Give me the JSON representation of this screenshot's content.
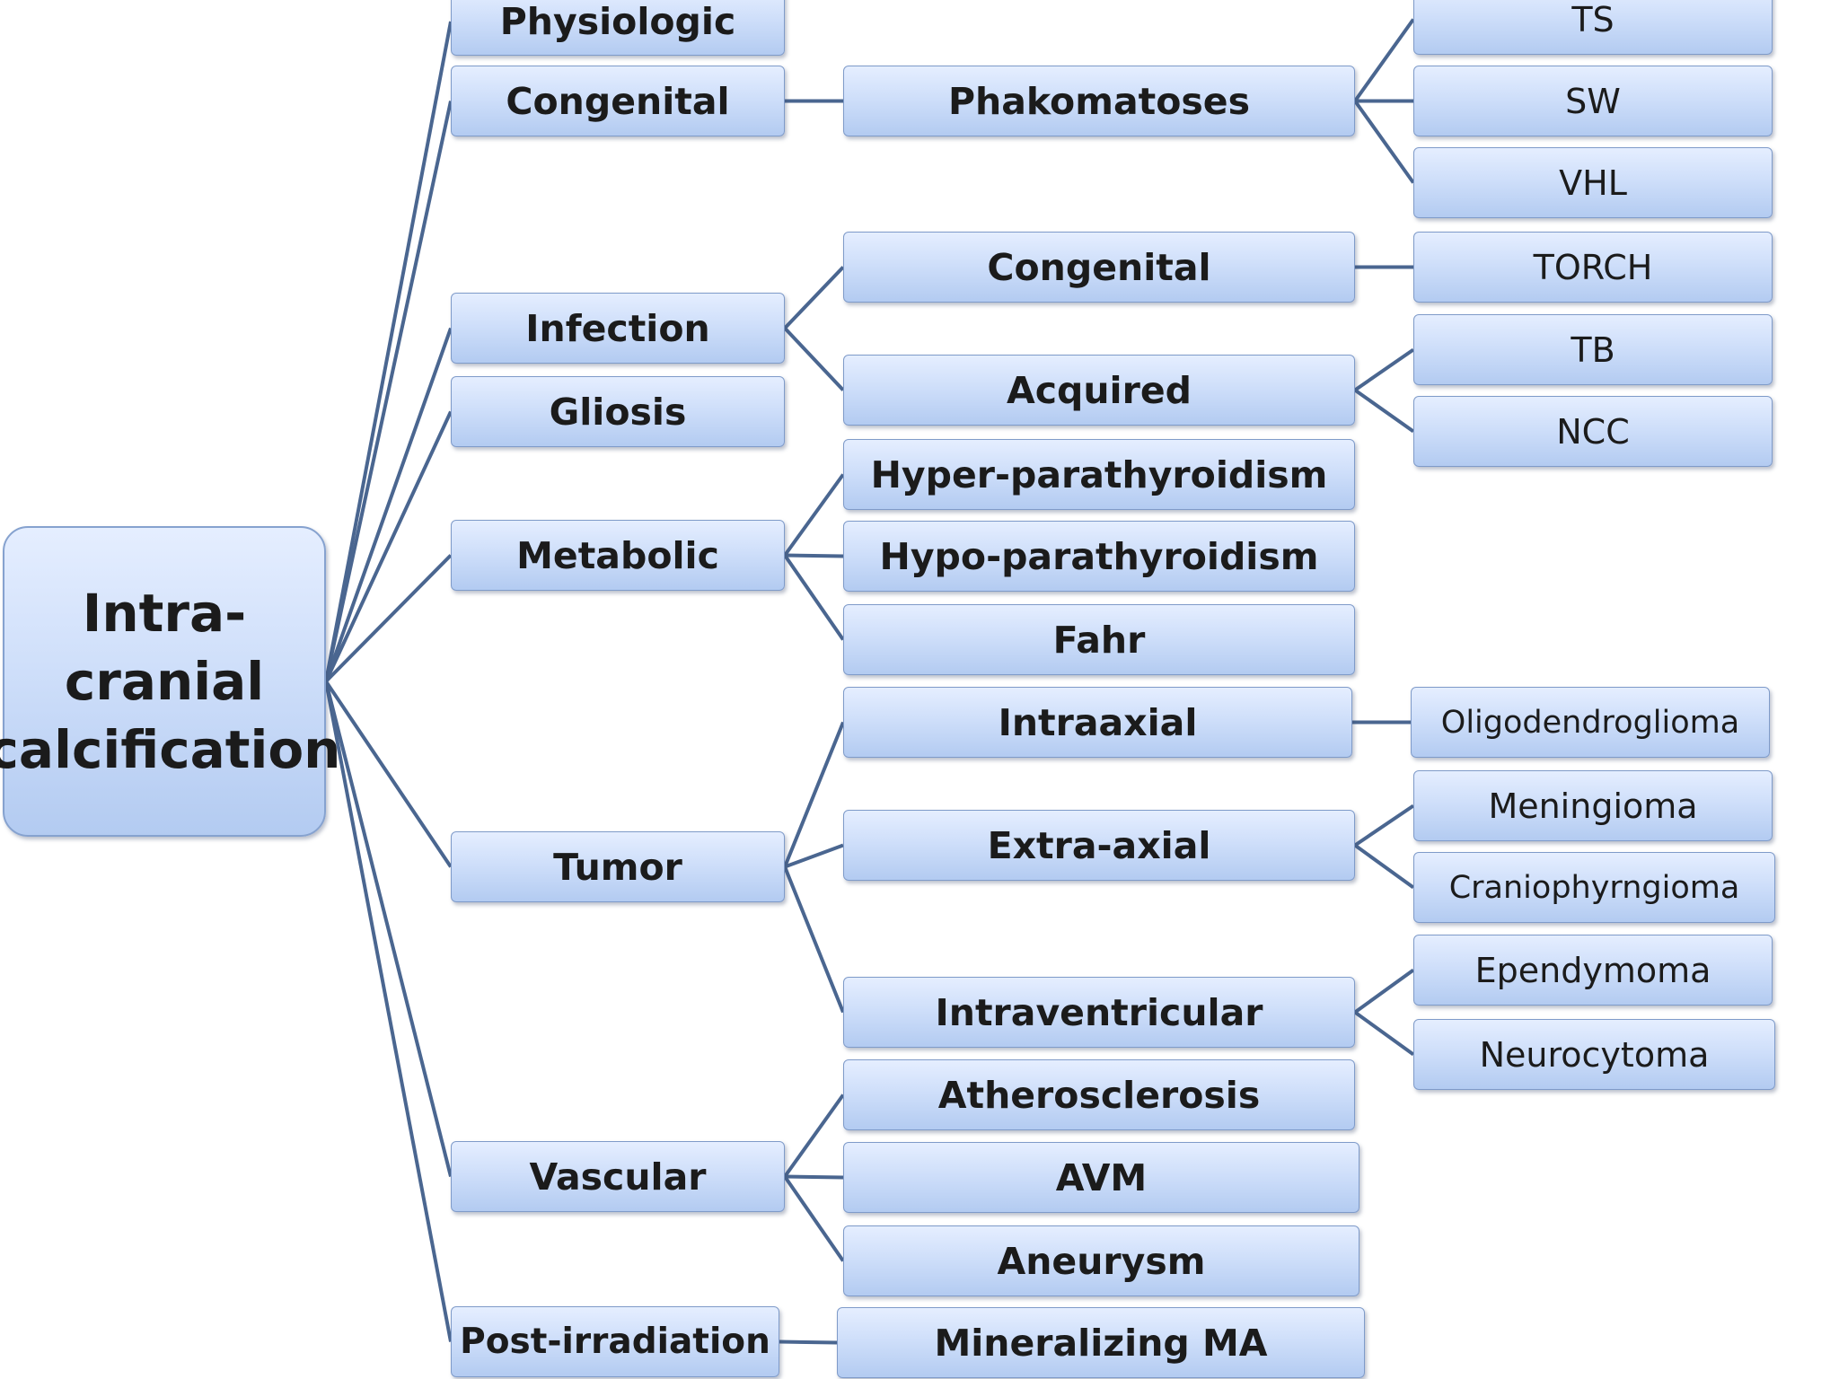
{
  "root": {
    "lines": [
      "Intra-",
      "cranial",
      "calcification"
    ]
  },
  "categories": [
    {
      "label": "Physiologic"
    },
    {
      "label": "Congenital"
    },
    {
      "label": "Infection"
    },
    {
      "label": "Gliosis"
    },
    {
      "label": "Metabolic"
    },
    {
      "label": "Tumor"
    },
    {
      "label": "Vascular"
    },
    {
      "label": "Post-irradiation"
    }
  ],
  "subtypes": [
    {
      "label": "Phakomatoses",
      "parent": "Congenital"
    },
    {
      "label": "Congenital",
      "parent": "Infection"
    },
    {
      "label": "Acquired",
      "parent": "Infection"
    },
    {
      "label": "Hyper-parathyroidism",
      "parent": "Metabolic"
    },
    {
      "label": "Hypo-parathyroidism",
      "parent": "Metabolic"
    },
    {
      "label": "Fahr",
      "parent": "Metabolic"
    },
    {
      "label": "Intraaxial",
      "parent": "Tumor"
    },
    {
      "label": "Extra-axial",
      "parent": "Tumor"
    },
    {
      "label": "Intraventricular",
      "parent": "Tumor"
    },
    {
      "label": "Atherosclerosis",
      "parent": "Vascular"
    },
    {
      "label": "AVM",
      "parent": "Vascular"
    },
    {
      "label": "Aneurysm",
      "parent": "Vascular"
    },
    {
      "label": "Mineralizing MA",
      "parent": "Post-irradiation"
    }
  ],
  "examples": [
    {
      "label": "TS",
      "parent": "Phakomatoses"
    },
    {
      "label": "SW",
      "parent": "Phakomatoses"
    },
    {
      "label": "VHL",
      "parent": "Phakomatoses"
    },
    {
      "label": "TORCH",
      "parent": "Congenital"
    },
    {
      "label": "TB",
      "parent": "Acquired"
    },
    {
      "label": "NCC",
      "parent": "Acquired"
    },
    {
      "label": "Oligodendroglioma",
      "parent": "Intraaxial"
    },
    {
      "label": "Meningioma",
      "parent": "Extra-axial"
    },
    {
      "label": "Craniophyrngioma",
      "parent": "Extra-axial"
    },
    {
      "label": "Ependymoma",
      "parent": "Intraventricular"
    },
    {
      "label": "Neurocytoma",
      "parent": "Intraventricular"
    }
  ],
  "colors": {
    "connector": "#4a6690",
    "box_border": "#7f9bc9",
    "box_fill": "#cfdffa"
  }
}
